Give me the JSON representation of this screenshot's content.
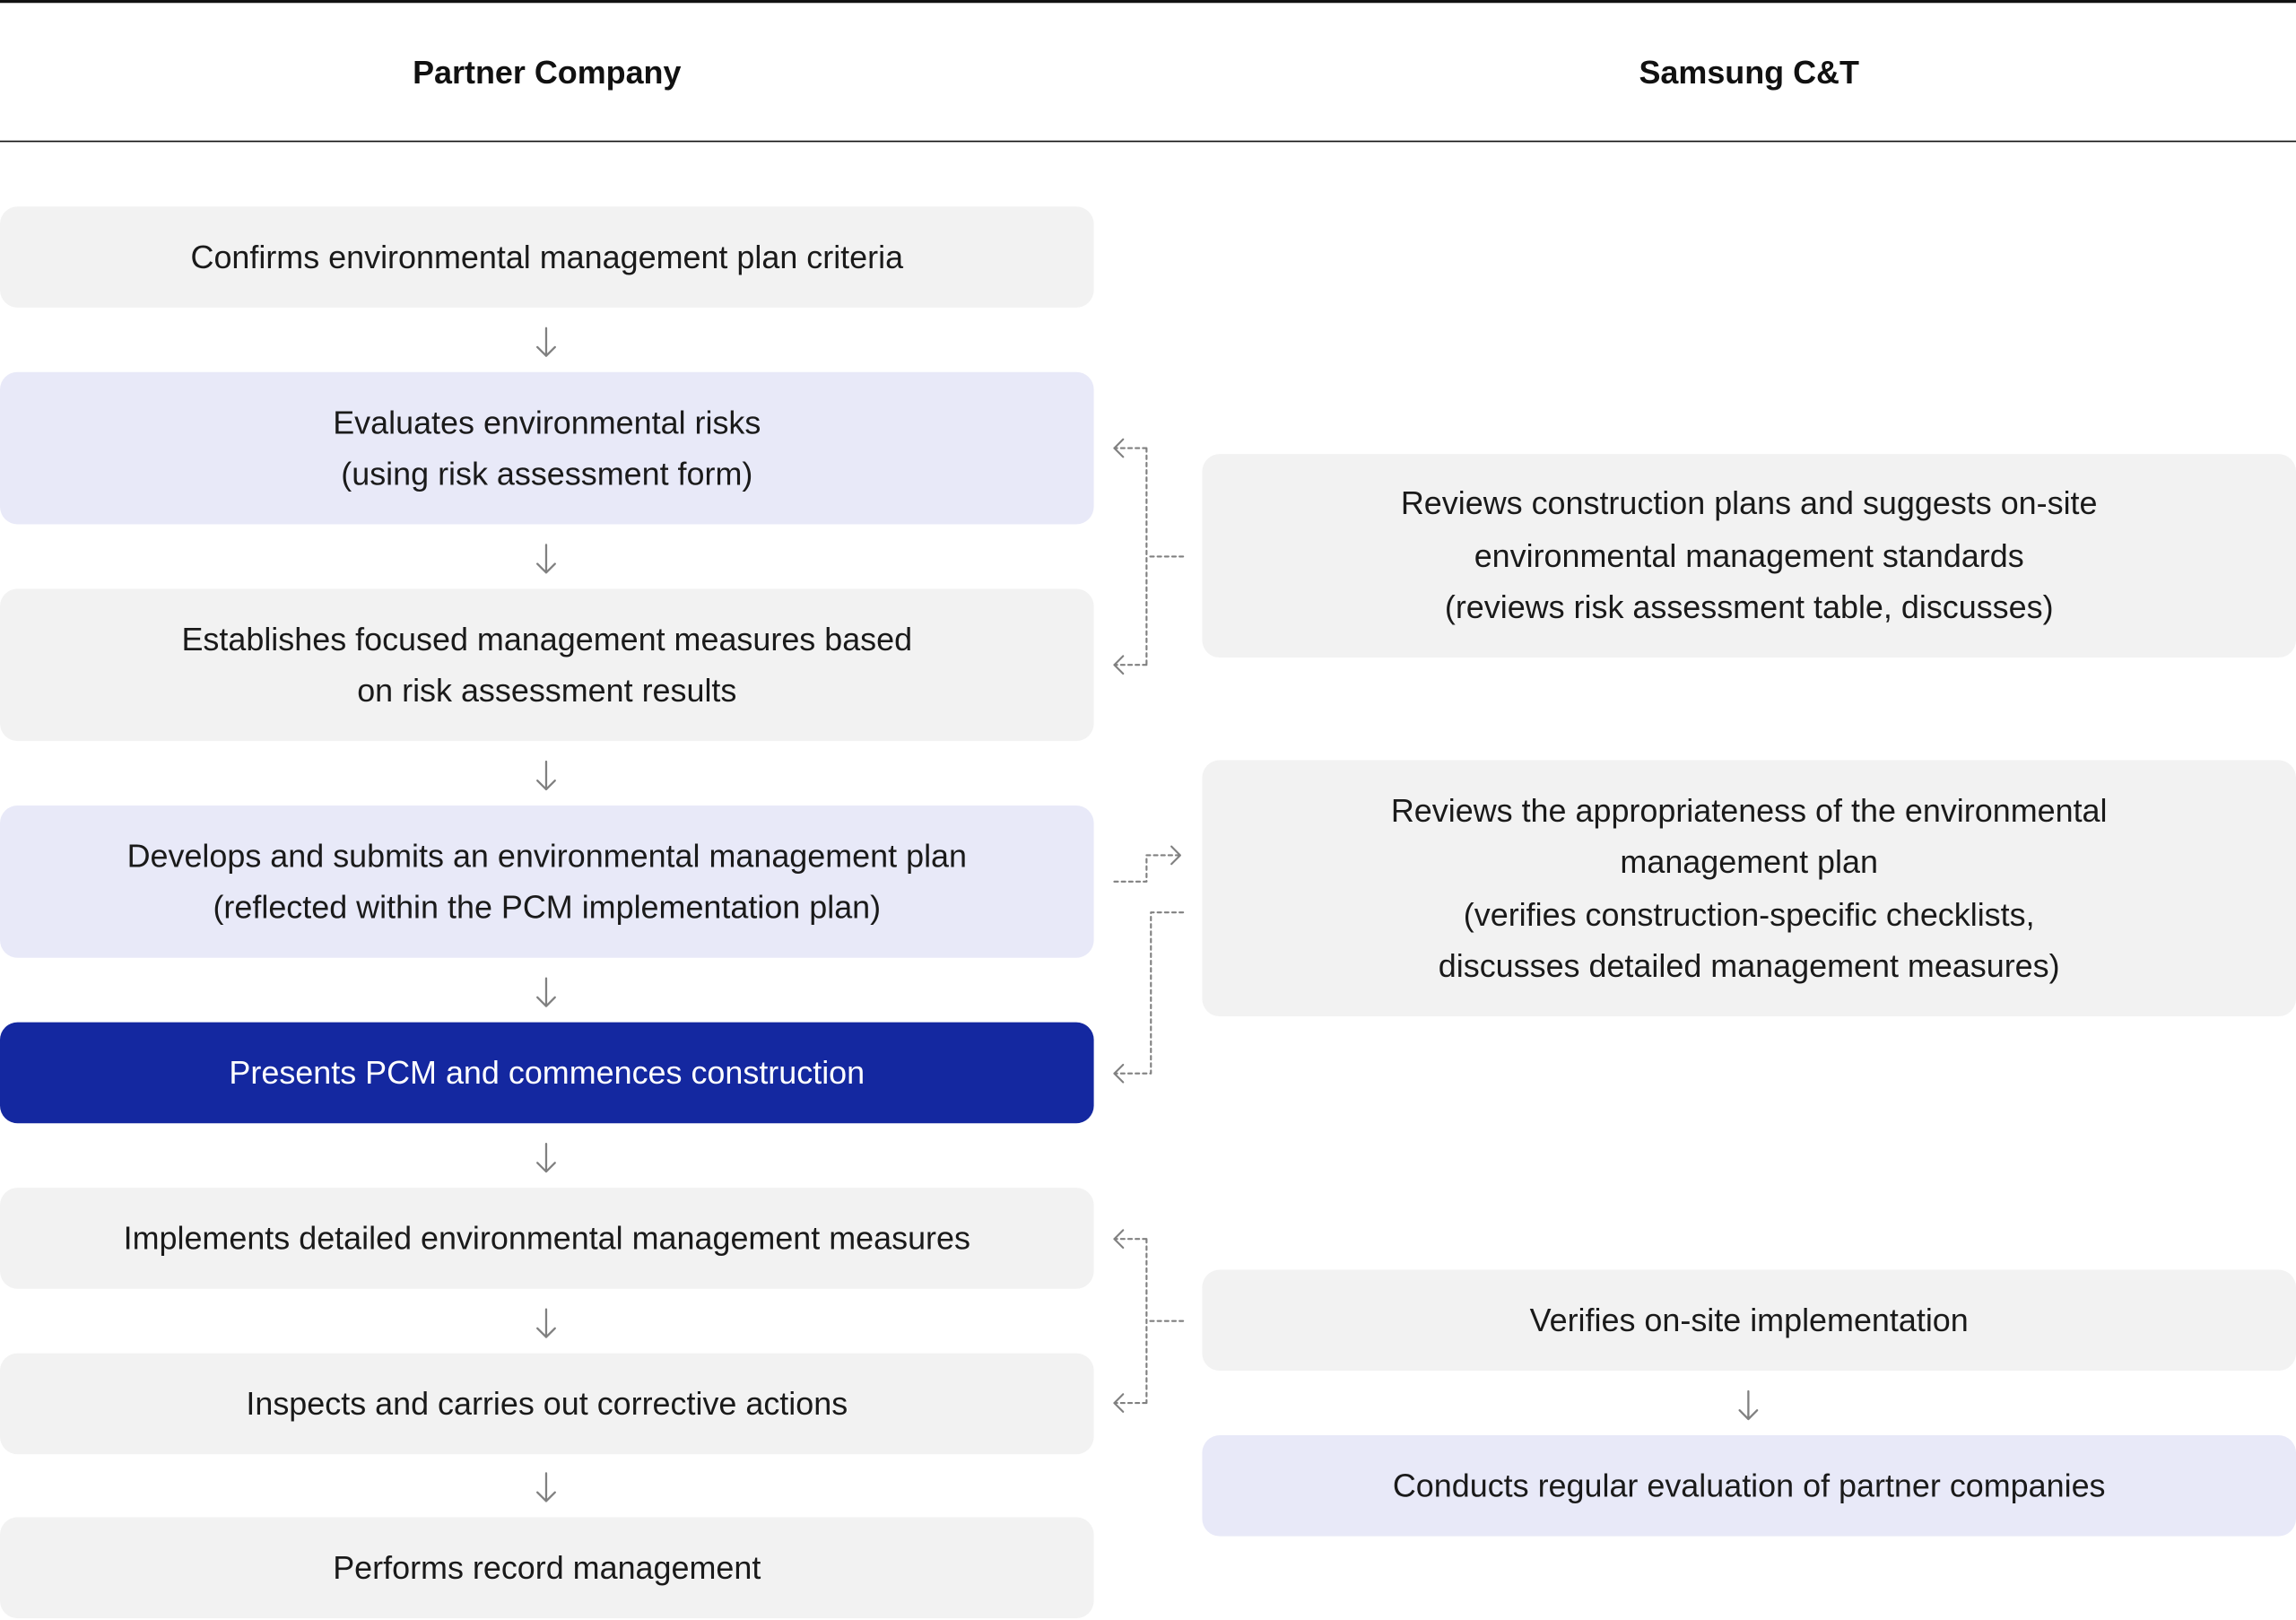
{
  "header": {
    "left_title": "Partner Company",
    "right_title": "Samsung C&T"
  },
  "partner_steps": [
    {
      "lines": [
        "Confirms environmental management plan criteria"
      ],
      "fill": "gray"
    },
    {
      "lines": [
        "Evaluates environmental risks",
        "(using risk assessment form)"
      ],
      "fill": "lavender"
    },
    {
      "lines": [
        "Establishes focused management measures based",
        "on risk assessment results"
      ],
      "fill": "gray"
    },
    {
      "lines": [
        "Develops and submits an environmental management plan",
        "(reflected within the PCM implementation plan)"
      ],
      "fill": "lavender"
    },
    {
      "lines": [
        "Presents PCM and commences construction"
      ],
      "fill": "dark-blue"
    },
    {
      "lines": [
        "Implements detailed environmental management measures"
      ],
      "fill": "gray"
    },
    {
      "lines": [
        "Inspects and carries out corrective actions"
      ],
      "fill": "gray"
    },
    {
      "lines": [
        "Performs record management"
      ],
      "fill": "gray"
    }
  ],
  "samsung_steps": [
    {
      "lines": [
        "Reviews construction plans and suggests on-site",
        "environmental management standards",
        "(reviews risk assessment table, discusses)"
      ],
      "fill": "gray"
    },
    {
      "lines": [
        "Reviews the appropriateness of the environmental",
        "management plan",
        "(verifies construction-specific checklists,",
        "discusses detailed management measures)"
      ],
      "fill": "gray"
    },
    {
      "lines": [
        "Verifies on-site implementation"
      ],
      "fill": "gray"
    },
    {
      "lines": [
        "Conducts regular evaluation of partner companies"
      ],
      "fill": "lavender"
    }
  ],
  "colors": {
    "gray_box": "#f2f2f2",
    "lavender_box": "#e8e9f8",
    "highlight_box": "#1428a0",
    "connector": "#808080"
  }
}
